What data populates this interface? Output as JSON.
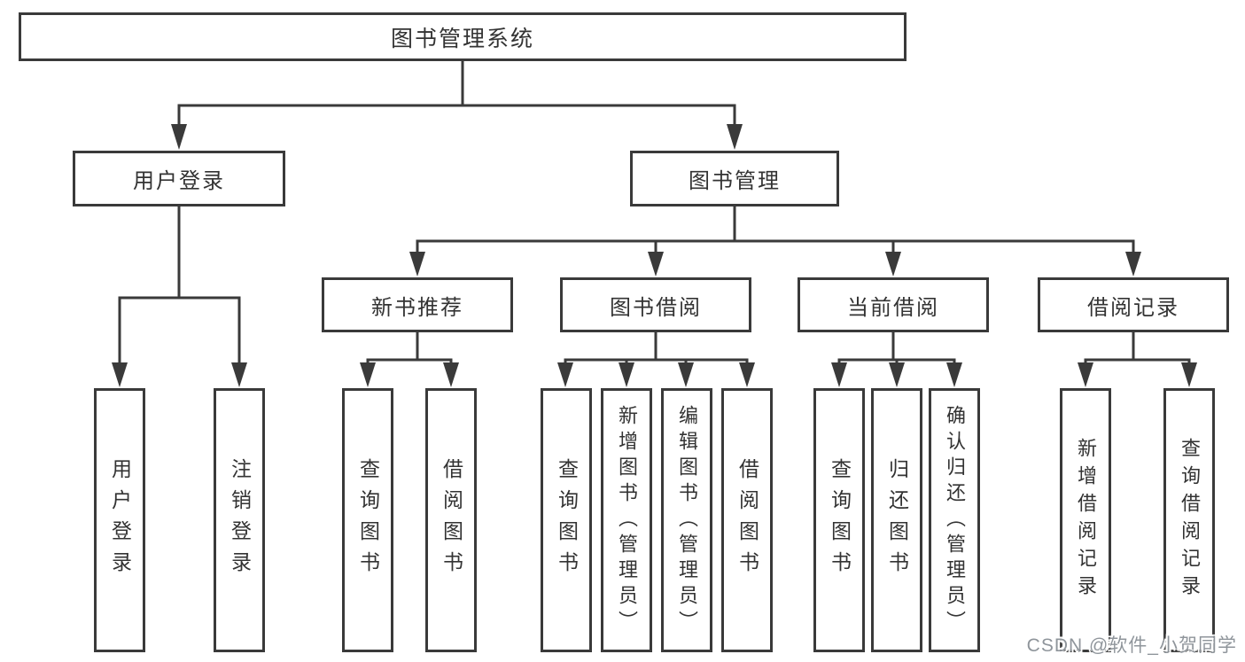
{
  "tree": {
    "label": "图书管理系统",
    "children": [
      {
        "label": "用户登录",
        "children": [
          {
            "label": "用户登录"
          },
          {
            "label": "注销登录"
          }
        ]
      },
      {
        "label": "图书管理",
        "children": [
          {
            "label": "新书推荐",
            "children": [
              {
                "label": "查询图书"
              },
              {
                "label": "借阅图书"
              }
            ]
          },
          {
            "label": "图书借阅",
            "children": [
              {
                "label": "查询图书"
              },
              {
                "label": "新增图书（管理员）"
              },
              {
                "label": "编辑图书（管理员）"
              },
              {
                "label": "借阅图书"
              }
            ]
          },
          {
            "label": "当前借阅",
            "children": [
              {
                "label": "查询图书"
              },
              {
                "label": "归还图书"
              },
              {
                "label": "确认归还（管理员）"
              }
            ]
          },
          {
            "label": "借阅记录",
            "children": [
              {
                "label": "新增借阅记录"
              },
              {
                "label": "查询借阅记录"
              }
            ]
          }
        ]
      }
    ]
  },
  "watermark": {
    "text": "CSDN @软件_小贺同学"
  },
  "colors": {
    "line": "#3a3a3a",
    "text": "#333333",
    "watermark": "#8f959b",
    "background": "#ffffff"
  }
}
